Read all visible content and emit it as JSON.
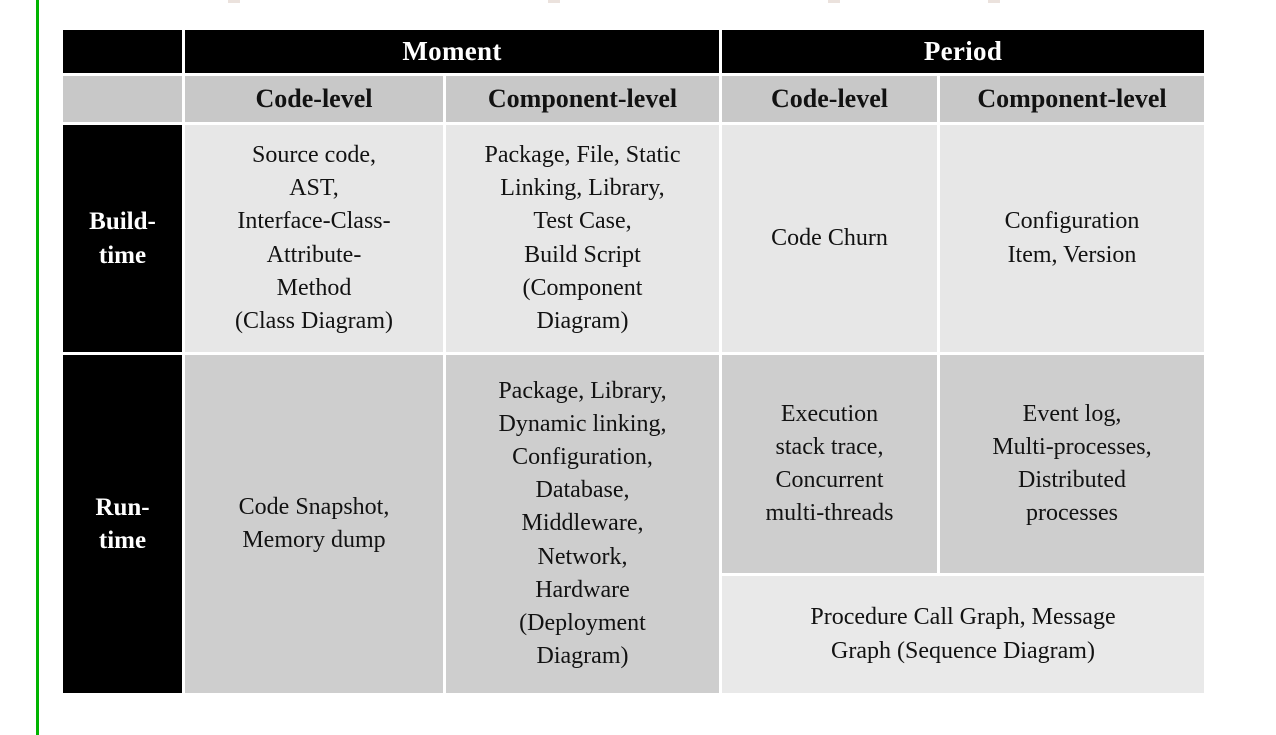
{
  "page": {
    "background_color": "#ffffff",
    "margin_line_color": "#00b400"
  },
  "table": {
    "header_groups": {
      "moment": "Moment",
      "period": "Period"
    },
    "subheaders": [
      "Code-level",
      "Component-level",
      "Code-level",
      "Component-level"
    ],
    "rows": [
      {
        "label": "Build-\ntime",
        "cells": {
          "moment_code": "Source code,\nAST,\nInterface-Class-\nAttribute-\nMethod\n(Class Diagram)",
          "moment_component": "Package, File, Static\nLinking, Library,\nTest Case,\nBuild Script\n(Component\nDiagram)",
          "period_code": "Code Churn",
          "period_component": "Configuration\nItem, Version"
        }
      },
      {
        "label": "Run-\ntime",
        "cells": {
          "moment_code": "Code Snapshot,\nMemory dump",
          "moment_component": "Package, Library,\nDynamic  linking,\nConfiguration,\nDatabase,\nMiddleware,\nNetwork,\nHardware\n(Deployment\nDiagram)",
          "period_code": "Execution\nstack trace,\nConcurrent\nmulti-threads",
          "period_component": "Event log,\nMulti-processes,\nDistributed\nprocesses",
          "period_merged": "Procedure Call Graph, Message\nGraph (Sequence Diagram)"
        }
      }
    ],
    "colors": {
      "header_bg": "#000000",
      "header_text": "#ffffff",
      "subheader_bg": "#c8c8c8",
      "buildtime_cell_bg": "#e7e7e7",
      "runtime_cell_bg": "#cecece",
      "merged_cell_bg": "#e9e9e9",
      "body_text": "#121212"
    }
  }
}
